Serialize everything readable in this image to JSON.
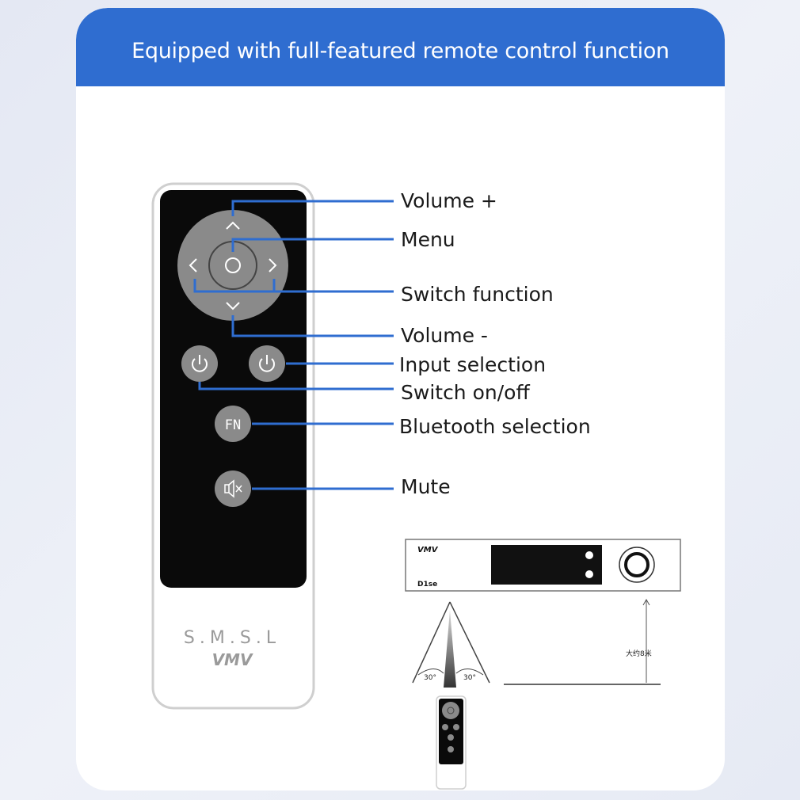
{
  "header": {
    "title": "Equipped with full-featured remote control function"
  },
  "callouts": {
    "volume_up": "Volume +",
    "menu": "Menu",
    "switch_function": "Switch function",
    "volume_down": "Volume -",
    "input_selection": "Input selection",
    "power": "Switch on/off",
    "bluetooth_selection": "Bluetooth selection",
    "mute": "Mute"
  },
  "remote": {
    "fn_label": "FN",
    "brand_text": "S.M.S.L",
    "logo_text": "VMV"
  },
  "device": {
    "logo_text": "VMV",
    "model_label": "D1se",
    "distance_label": "大约8米",
    "angle_left": "30°",
    "angle_right": "30°"
  },
  "colors": {
    "accent": "#2f6dd0",
    "line": "#2f6dd0",
    "remote_face": "#0a0a0a",
    "button": "#8a8a8a"
  }
}
